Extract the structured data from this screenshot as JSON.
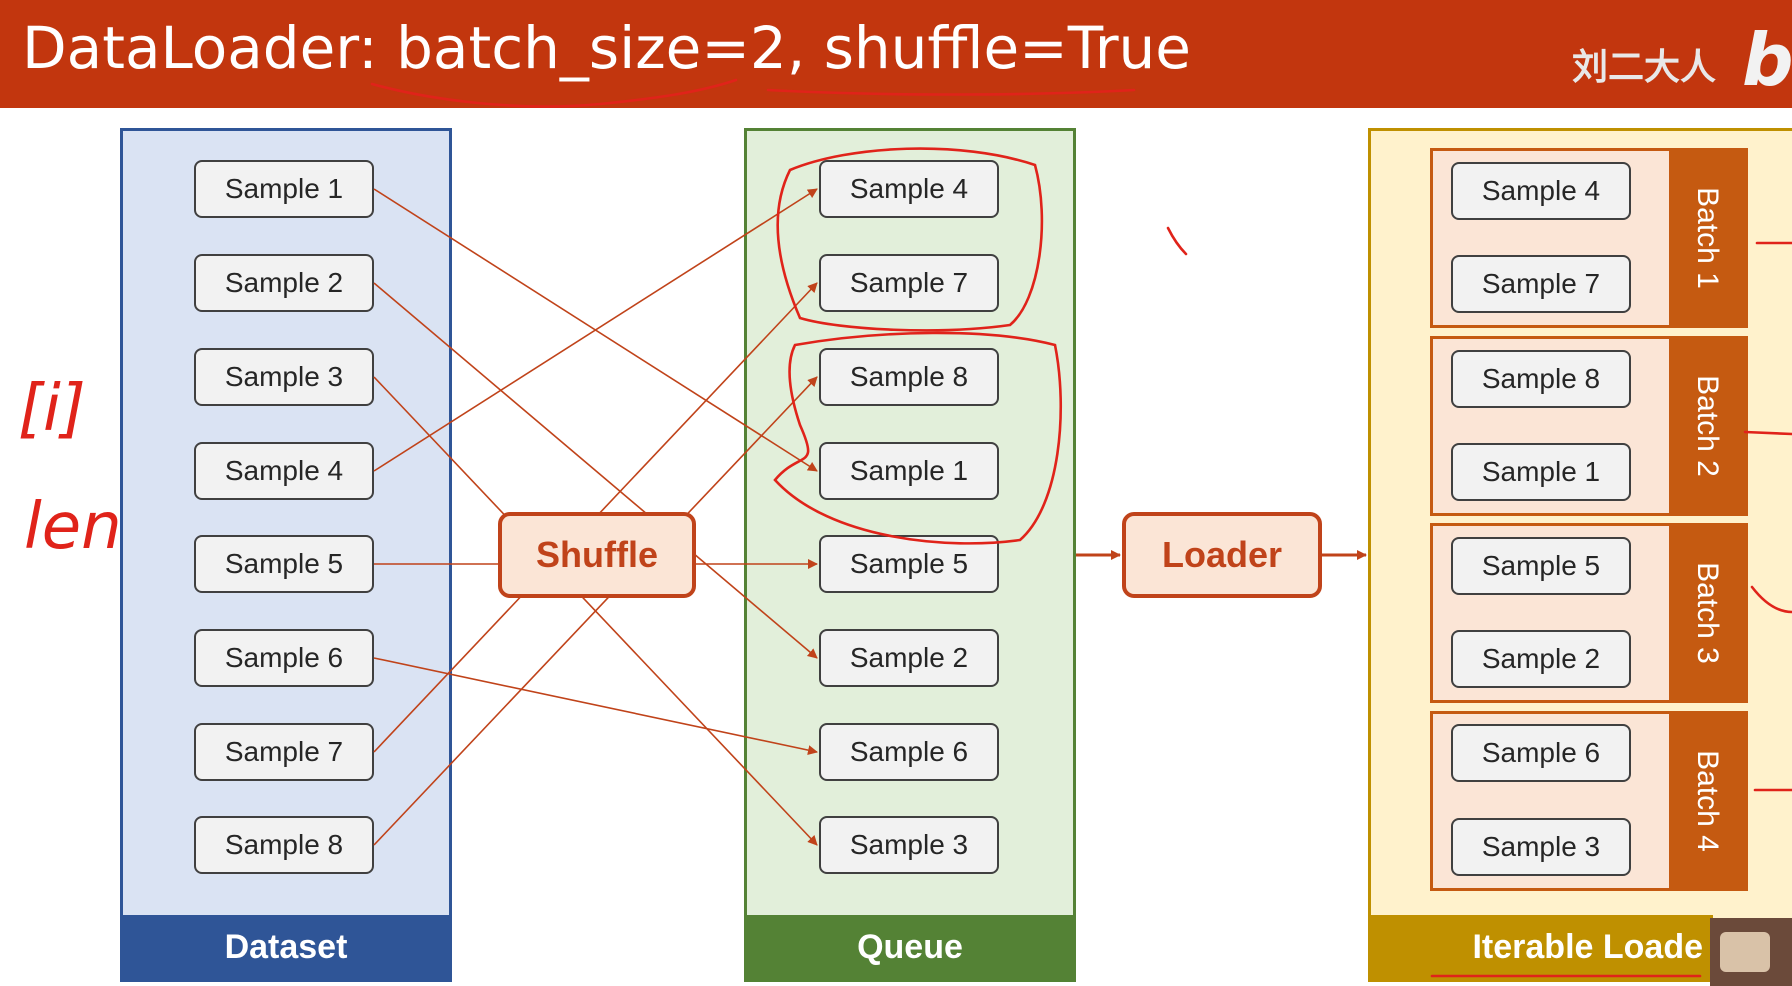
{
  "title": "DataLoader: batch_size=2, shuffle=True",
  "watermark": "刘二大人",
  "logo": "bil",
  "dataset": {
    "label": "Dataset",
    "samples": [
      "Sample 1",
      "Sample 2",
      "Sample 3",
      "Sample 4",
      "Sample 5",
      "Sample 6",
      "Sample 7",
      "Sample 8"
    ]
  },
  "shuffle_label": "Shuffle",
  "queue": {
    "label": "Queue",
    "samples": [
      "Sample 4",
      "Sample 7",
      "Sample 8",
      "Sample 1",
      "Sample 5",
      "Sample 2",
      "Sample 6",
      "Sample 3"
    ]
  },
  "loader_label": "Loader",
  "iterable": {
    "label": "Iterable Loade",
    "batches": [
      {
        "label": "Batch 1",
        "samples": [
          "Sample 4",
          "Sample 7"
        ]
      },
      {
        "label": "Batch 2",
        "samples": [
          "Sample 8",
          "Sample 1"
        ]
      },
      {
        "label": "Batch 3",
        "samples": [
          "Sample 5",
          "Sample 2"
        ]
      },
      {
        "label": "Batch 4",
        "samples": [
          "Sample 6",
          "Sample 3"
        ]
      }
    ]
  },
  "annotations": {
    "index": "[i]",
    "len": "len"
  },
  "colors": {
    "title_bg": "#c2360e",
    "arrow": "#c0431a",
    "ink": "#e0231a"
  }
}
